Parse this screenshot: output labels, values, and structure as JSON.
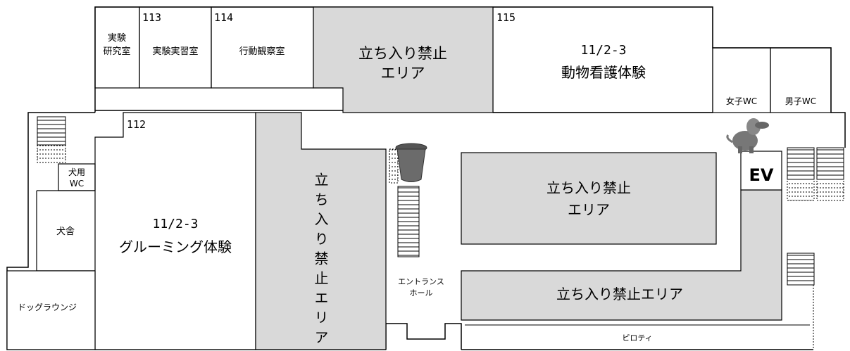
{
  "rooms": {
    "research_lab": {
      "label_line1": "実験",
      "label_line2": "研究室"
    },
    "room_113": {
      "number": "113",
      "label": "実験実習室"
    },
    "room_114": {
      "number": "114",
      "label": "行動観察室"
    },
    "room_115": {
      "number": "115",
      "event_date": "11/2-3",
      "event_name": "動物看護体験"
    },
    "restricted_top": {
      "line1": "立ち入り禁止",
      "line2": "エリア"
    },
    "womens_wc": {
      "label": "女子WC"
    },
    "mens_wc": {
      "label": "男子WC"
    },
    "room_112": {
      "number": "112",
      "event_date": "11/2-3",
      "event_name": "グルーミング体験"
    },
    "restricted_vertical": {
      "label": "立ち入り禁止エリア"
    },
    "restricted_center": {
      "line1": "立ち入り禁止",
      "line2": "エリア"
    },
    "restricted_bottom": {
      "label": "立ち入り禁止エリア"
    },
    "dog_wc": {
      "line1": "犬用",
      "line2": "WC"
    },
    "kennel": {
      "label": "犬舎"
    },
    "dog_lounge": {
      "label": "ドッグラウンジ"
    },
    "entrance": {
      "line1": "エントランス",
      "line2": "ホール"
    },
    "piloti": {
      "label": "ピロティ"
    },
    "elevator": {
      "label": "EV"
    }
  },
  "colors": {
    "restricted_fill": "#d9d9d9",
    "wall": "#000000",
    "background": "#ffffff",
    "bin": "#6b6b6b"
  },
  "icons": {
    "trash_bin": "trash-bin-icon",
    "dog": "dog-icon"
  }
}
